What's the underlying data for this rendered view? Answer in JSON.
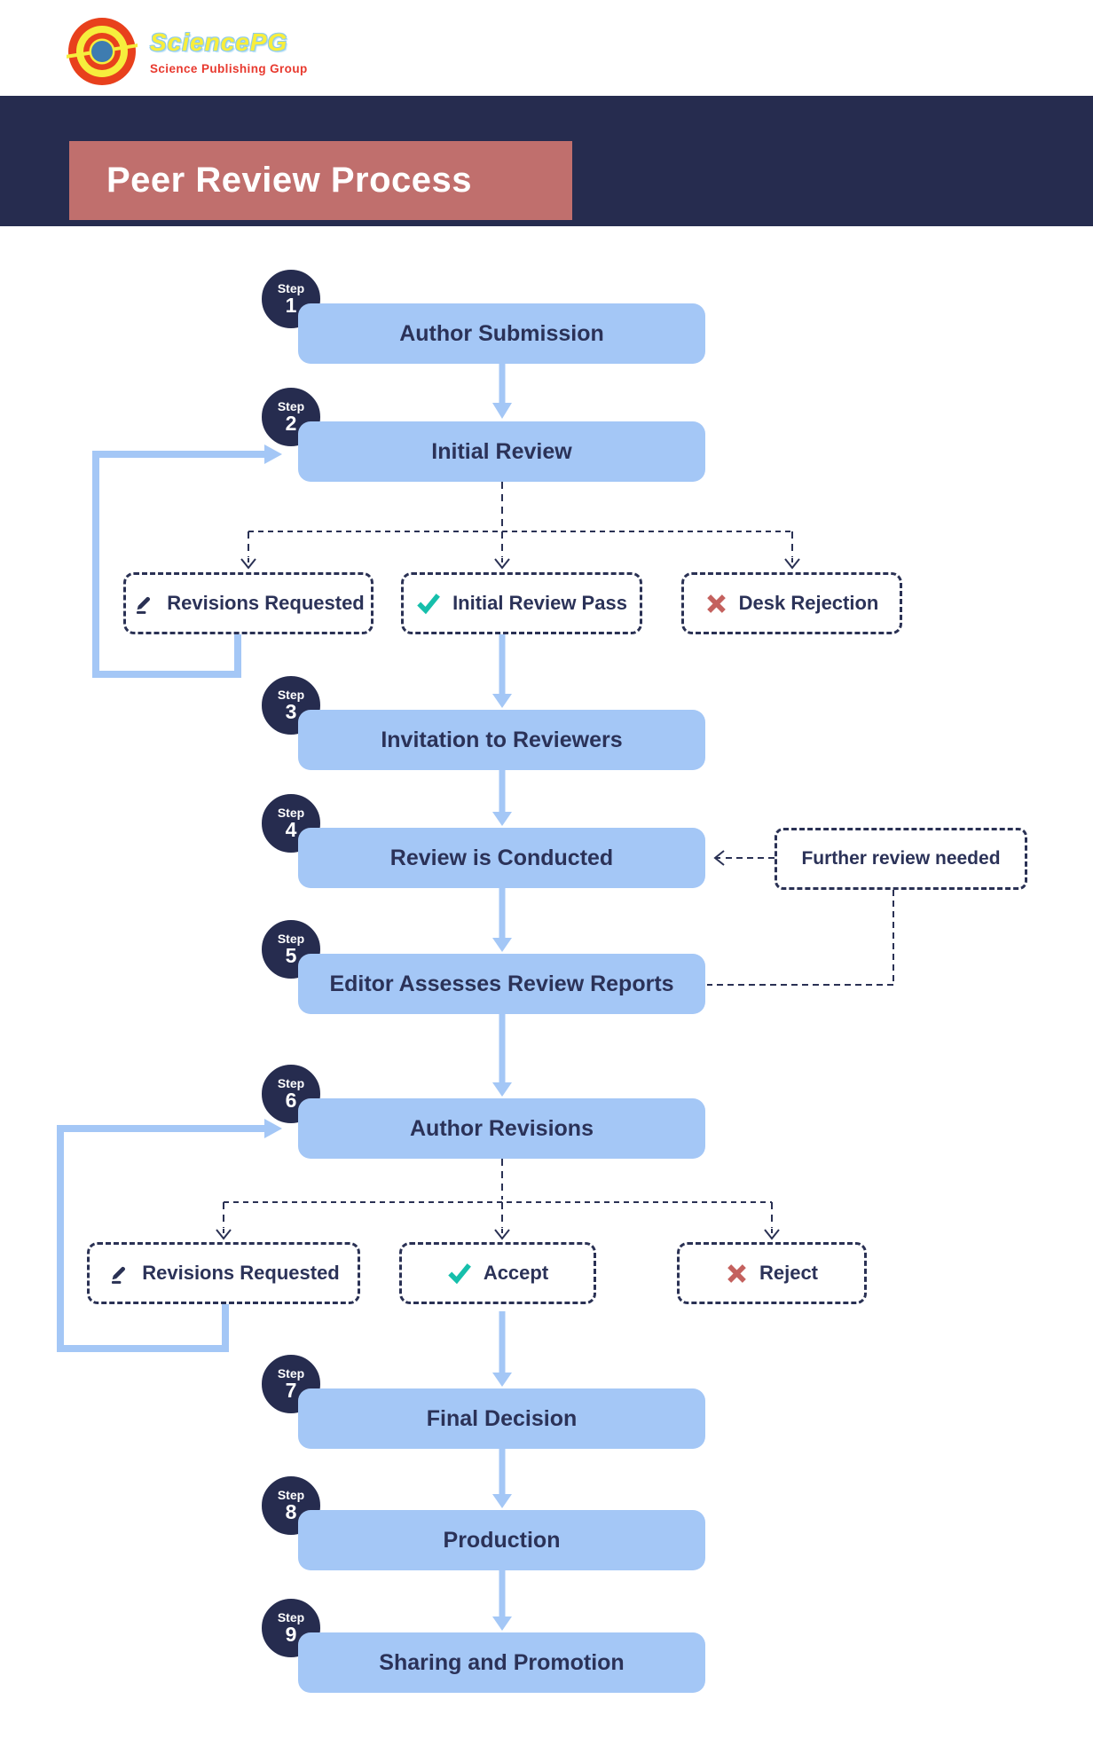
{
  "header": {
    "logo": {
      "brand": "SciencePG",
      "tagline": "Science Publishing Group"
    },
    "title": "Peer Review Process"
  },
  "steps": [
    {
      "prefix": "Step",
      "number": "1",
      "label": "Author Submission"
    },
    {
      "prefix": "Step",
      "number": "2",
      "label": "Initial Review"
    },
    {
      "prefix": "Step",
      "number": "3",
      "label": "Invitation to Reviewers"
    },
    {
      "prefix": "Step",
      "number": "4",
      "label": "Review is Conducted"
    },
    {
      "prefix": "Step",
      "number": "5",
      "label": "Editor Assesses Review Reports"
    },
    {
      "prefix": "Step",
      "number": "6",
      "label": "Author Revisions"
    },
    {
      "prefix": "Step",
      "number": "7",
      "label": "Final Decision"
    },
    {
      "prefix": "Step",
      "number": "8",
      "label": "Production"
    },
    {
      "prefix": "Step",
      "number": "9",
      "label": "Sharing and Promotion"
    }
  ],
  "initial_review_outcomes": [
    {
      "icon": "pencil-icon",
      "label": "Revisions Requested"
    },
    {
      "icon": "check-icon",
      "label": "Initial Review Pass"
    },
    {
      "icon": "x-icon",
      "label": "Desk Rejection"
    }
  ],
  "revision_outcomes": [
    {
      "icon": "pencil-icon",
      "label": "Revisions Requested"
    },
    {
      "icon": "check-icon",
      "label": "Accept"
    },
    {
      "icon": "x-icon",
      "label": "Reject"
    }
  ],
  "note": {
    "label": "Further review needed"
  },
  "colors": {
    "navy": "#262c4f",
    "light_blue": "#a4c7f6",
    "rose_title": "#c06f6d",
    "teal_check": "#16bfab",
    "x_red": "#c4615e",
    "label_navy": "#2b3258",
    "logo_red": "#e8401c",
    "logo_yellow": "#f6ee3d",
    "logo_blue": "#3e7cb0"
  }
}
